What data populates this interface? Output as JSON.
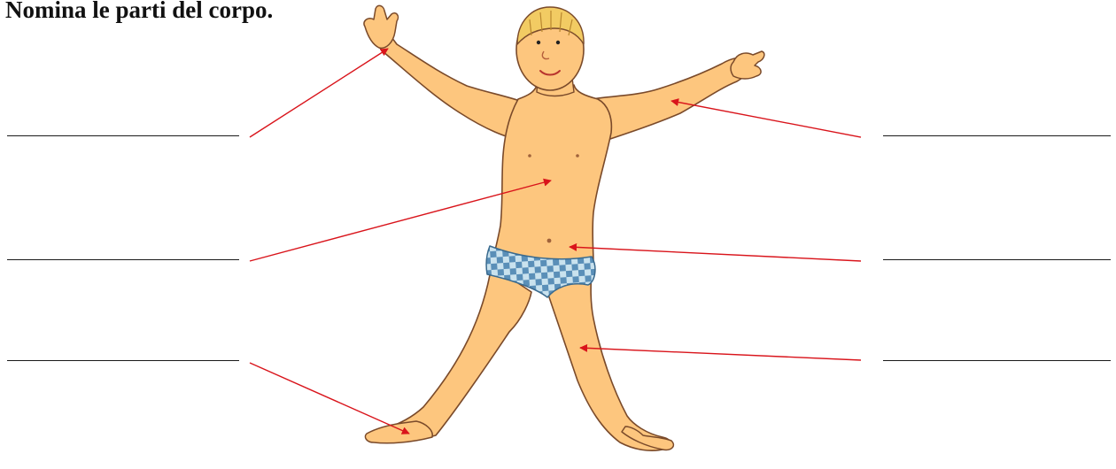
{
  "worksheet": {
    "title": "Nomina le parti del corpo.",
    "answer_lines": [
      {
        "id": "left-1",
        "text": ""
      },
      {
        "id": "left-2",
        "text": ""
      },
      {
        "id": "left-3",
        "text": ""
      },
      {
        "id": "right-1",
        "text": ""
      },
      {
        "id": "right-2",
        "text": ""
      },
      {
        "id": "right-3",
        "text": ""
      }
    ]
  },
  "colors": {
    "skin": "#fdc67e",
    "skin_outline": "#7a4a2a",
    "arrow": "#d9141b",
    "swimsuit_light": "#c9e2ee",
    "swimsuit_dark": "#5a8fb8",
    "hair": "#f2cb63"
  }
}
